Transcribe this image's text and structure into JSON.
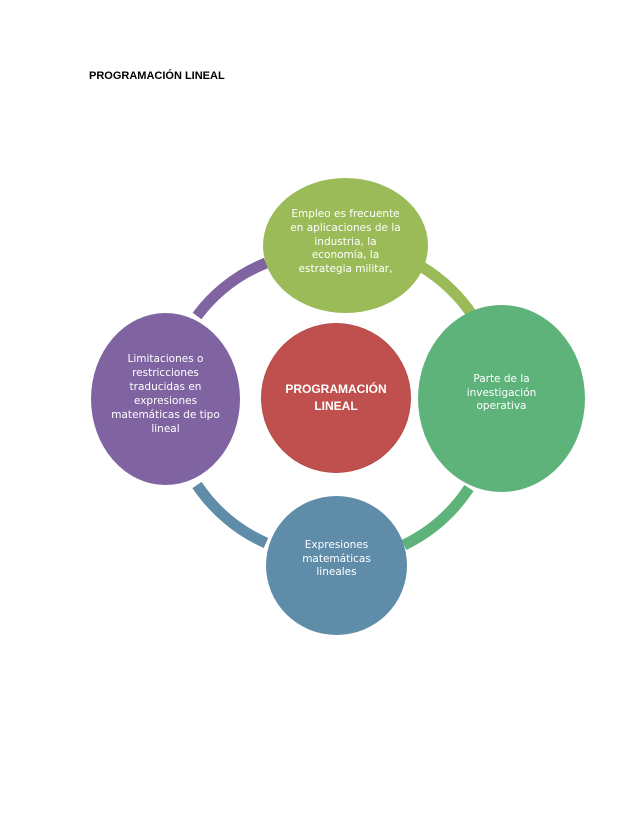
{
  "page": {
    "title": "PROGRAMACIÓN LINEAL"
  },
  "diagram": {
    "center": {
      "label": "PROGRAMACIÓN\nLINEAL",
      "color": "#c0504d"
    },
    "nodes": [
      {
        "id": "top",
        "label": "Empleo es frecuente\nen aplicaciones de la\nindustria, la\neconomía,  la\nestrategia militar,",
        "color": "#9bbb59"
      },
      {
        "id": "right",
        "label": "Parte de la\ninvestigación\noperativa",
        "color": "#5eb37a"
      },
      {
        "id": "bottom",
        "label": "Expresiones\nmatemáticas\nlineales",
        "color": "#5f8ca9"
      },
      {
        "id": "left",
        "label": "Limitaciones o\nrestricciones\ntraducidas  en\nexpresiones\nmatemáticas de tipo\nlineal",
        "color": "#8064a2"
      }
    ],
    "arc_colors": {
      "top_right": "#9bbb59",
      "right_bottom": "#5eb37a",
      "bottom_left": "#5f8ca9",
      "left_top": "#8064a2"
    }
  }
}
